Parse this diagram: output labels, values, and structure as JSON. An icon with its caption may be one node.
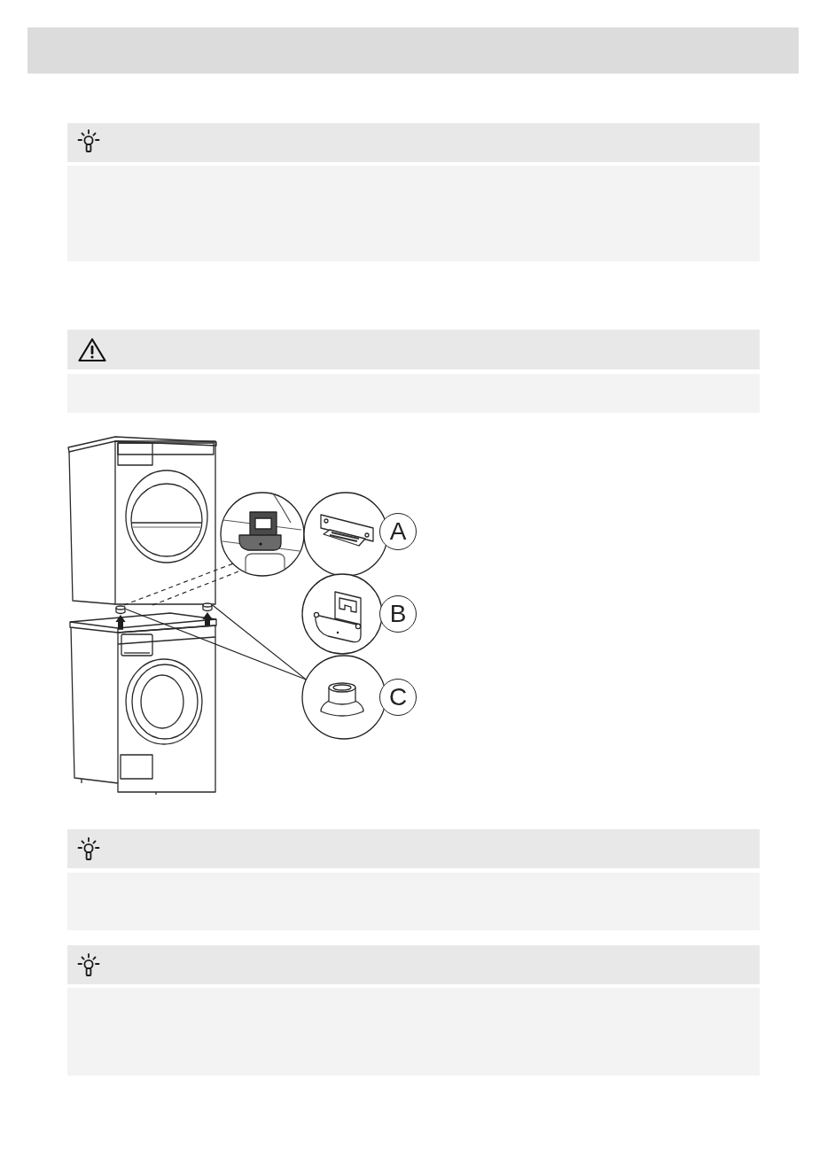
{
  "diagram": {
    "nodes": [
      {
        "text": [],
        "shape": "picture"
      },
      {
        "text": [],
        "shape": "circle"
      },
      {
        "text": [],
        "shape": "circle"
      },
      {
        "text": [
          "A"
        ]
      },
      {
        "text": [],
        "shape": "picture"
      },
      {
        "text": [],
        "shape": "picture"
      },
      {
        "text": [],
        "shape": "circle"
      },
      {
        "text": [
          "B"
        ]
      },
      {
        "text": [],
        "shape": "picture"
      },
      {
        "text": [],
        "shape": "circle"
      },
      {
        "text": [
          "C"
        ]
      }
    ],
    "edges": [
      {
        "from": 0,
        "to": 1,
        "arrow": "none",
        "style": "dashed"
      },
      {
        "from": 0,
        "to": 1,
        "arrow": "none",
        "style": "dashed"
      },
      {
        "from": 4,
        "to": 9,
        "arrow": "none"
      },
      {
        "from": 5,
        "to": 9,
        "arrow": "none"
      },
      {
        "from": 8,
        "to": 4,
        "arrow": "to",
        "style": "thick"
      },
      {
        "from": 8,
        "to": 5,
        "arrow": "to",
        "style": "thick"
      }
    ]
  }
}
